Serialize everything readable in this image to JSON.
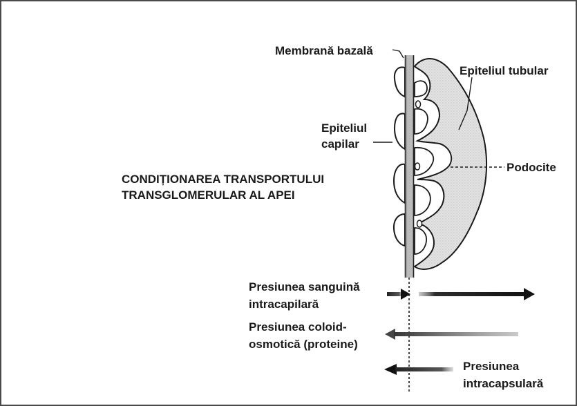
{
  "title": {
    "line1": "CONDIȚIONAREA TRANSPORTULUI",
    "line2": "TRANSGLOMERULAR AL APEI"
  },
  "labels": {
    "membrana_bazala": "Membrană bazală",
    "epiteliul_tubular": "Epiteliul tubular",
    "epiteliul_capilar_1": "Epiteliul",
    "epiteliul_capilar_2": "capilar",
    "podocite": "Podocite"
  },
  "pressures": {
    "sanguina_1": "Presiunea sanguină",
    "sanguina_2": "intracapilară",
    "coloid_1": "Presiunea coloid-",
    "coloid_2": "osmotică (proteine)",
    "capsulara_1": "Presiunea",
    "capsulara_2": "intracapsulară"
  },
  "colors": {
    "ink": "#1a1a1a",
    "cell_fill": "#d9d9d9",
    "membrane_fill": "#9a9a9a",
    "arrow_gray": "#555555",
    "frame": "#4a4a4a"
  }
}
